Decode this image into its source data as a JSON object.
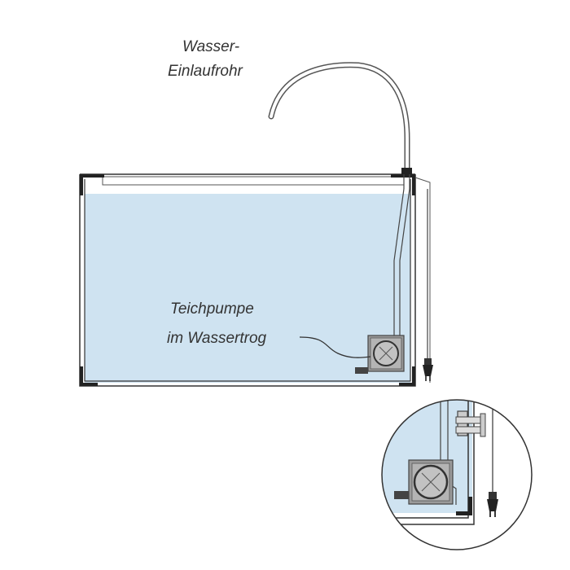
{
  "labels": {
    "inlet_pipe_line1": "Wasser-",
    "inlet_pipe_line2": "Einlaufrohr",
    "pump_line1": "Teichpumpe",
    "pump_line2": "im Wassertrog"
  },
  "colors": {
    "water": "#cfe3f1",
    "outline": "#333333",
    "frame": "#222222",
    "rim": "#ffffff",
    "label": "#333333"
  }
}
